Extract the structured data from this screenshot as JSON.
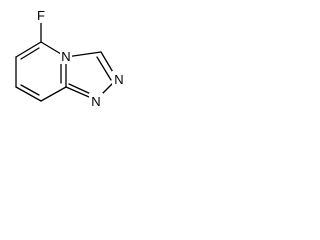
{
  "molecule": {
    "atoms": {
      "fluorine": "F",
      "n_bridge": "N",
      "n_right": "N",
      "n_bottom": "N"
    }
  }
}
